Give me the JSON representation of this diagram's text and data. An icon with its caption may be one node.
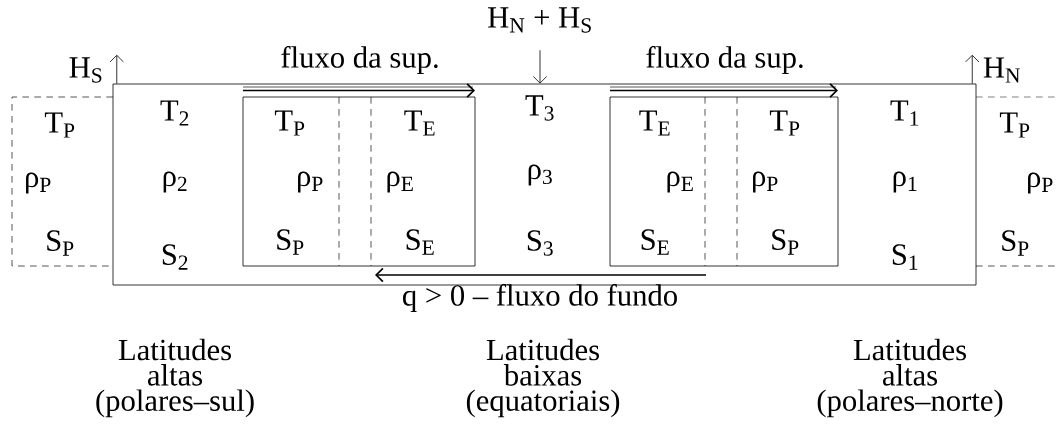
{
  "diagram": {
    "nodes": [
      {
        "text": [
          "T$_{P}$",
          "ρ$_{P}$",
          "S$_{P}$"
        ]
      },
      {
        "text": [],
        "shape": "box"
      },
      {
        "text": [],
        "shape": "box",
        "in": 1
      },
      {
        "text": [
          "T$_{P}$",
          "ρ$_{P}$",
          "S$_{P}$"
        ],
        "in": 2
      },
      {
        "text": [
          "T$_{E}$",
          "ρ$_{E}$",
          "S$_{E}$"
        ],
        "in": 2
      },
      {
        "text": [],
        "shape": "box",
        "in": 1
      },
      {
        "text": [
          "T$_{E}$",
          "ρ$_{E}$",
          "S$_{E}$"
        ],
        "in": 5
      },
      {
        "text": [
          "T$_{P}$",
          "ρ$_{P}$",
          "S$_{P}$"
        ],
        "in": 5
      },
      {
        "text": [
          "T$_{P}$",
          "ρ$_{P}$",
          "S$_{P}$"
        ]
      },
      {
        "text": [
          "H$_{S}$"
        ]
      },
      {
        "text": [
          "H$_{N}$ + H$_{S}$"
        ]
      },
      {
        "text": [
          "H$_{N}$"
        ]
      }
    ],
    "edges": [
      {
        "from": 1,
        "to": 9,
        "arrow": "to"
      },
      {
        "from": 10,
        "to": 1,
        "arrow": "to"
      },
      {
        "from": 1,
        "to": 11,
        "arrow": "to"
      }
    ],
    "labels": [
      "fluxo da sup.",
      "fluxo da sup.",
      "T$_{2}$",
      "ρ$_{2}$",
      "S$_{2}$",
      "T$_{3}$",
      "ρ$_{3}$",
      "S$_{3}$",
      "T$_{1}$",
      "ρ$_{1}$",
      "S$_{1}$",
      "q > 0 – fluxo do fundo",
      "Latitudes altas (polares–sul)",
      "Latitudes baixas (equatoriais)",
      "Latitudes altas (polares–norte)"
    ]
  }
}
